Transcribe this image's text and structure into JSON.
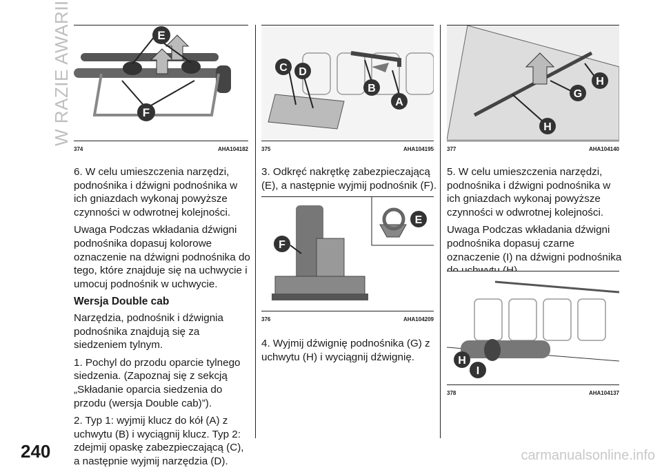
{
  "section_title": "W RAZIE AWARII",
  "page_number": "240",
  "watermark": "carmanualsonline.info",
  "figures": {
    "f374": {
      "number": "374",
      "code": "AHA104182",
      "labels": [
        "E",
        "F"
      ]
    },
    "f375": {
      "number": "375",
      "code": "AHA104195",
      "labels": [
        "C",
        "D",
        "B",
        "A"
      ]
    },
    "f376": {
      "number": "376",
      "code": "AHA104209",
      "labels": [
        "F",
        "E"
      ]
    },
    "f377": {
      "number": "377",
      "code": "AHA104140",
      "labels": [
        "H",
        "G",
        "H"
      ]
    },
    "f378": {
      "number": "378",
      "code": "AHA104137",
      "labels": [
        "H",
        "I"
      ]
    }
  },
  "col1": {
    "p1": "6. W celu umieszczenia narzędzi, podnośnika i dźwigni podnośnika w ich gniazdach wykonaj powyższe czynności w odwrotnej kolejności.",
    "p2": "Uwaga Podczas wkładania dźwigni podnośnika dopasuj kolorowe oznaczenie na dźwigni podnośnika do tego, które znajduje się na uchwycie i umocuj podnośnik w uchwycie.",
    "heading": "Wersja Double cab",
    "p3": "Narzędzia, podnośnik i dźwignia podnośnika znajdują się za siedzeniem tylnym.",
    "p4": "1. Pochyl do przodu oparcie tylnego siedzenia. (Zapoznaj się z sekcją „Składanie oparcia siedzenia do przodu (wersja Double cab)”).",
    "p5": "2. Typ 1: wyjmij klucz do kół (A) z uchwytu (B) i wyciągnij klucz. Typ 2: zdejmij opaskę zabezpieczającą (C), a następnie wyjmij narzędzia (D)."
  },
  "col2": {
    "p1": "3. Odkręć nakrętkę zabezpieczającą (E), a następnie wyjmij podnośnik (F).",
    "p2": "4. Wyjmij dźwignię podnośnika (G) z uchwytu (H) i wyciągnij dźwignię."
  },
  "col3": {
    "p1": "5. W celu umieszczenia narzędzi, podnośnika i dźwigni podnośnika w ich gniazdach wykonaj powyższe czynności w odwrotnej kolejności.",
    "p2": "Uwaga Podczas wkładania dźwigni podnośnika dopasuj czarne oznaczenie (I) na dźwigni podnośnika do uchwytu (H)."
  }
}
